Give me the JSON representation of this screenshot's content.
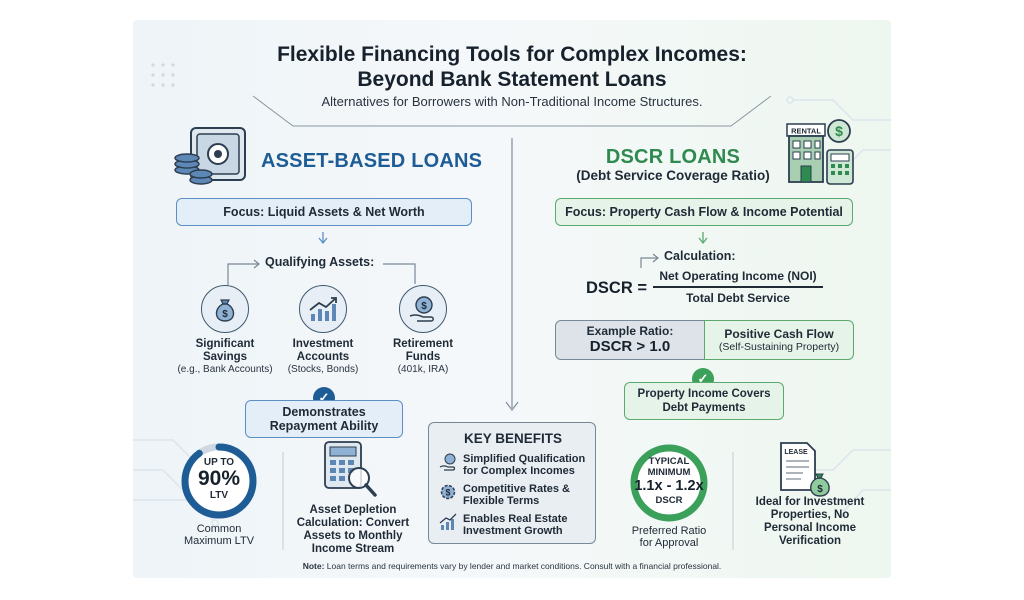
{
  "header": {
    "title_line1": "Flexible Financing Tools for Complex Incomes:",
    "title_line2": "Beyond Bank Statement Loans",
    "subtitle": "Alternatives for Borrowers with Non-Traditional Income Structures."
  },
  "asset": {
    "heading": "ASSET-BASED LOANS",
    "focus": "Focus: Liquid Assets & Net Worth",
    "qualifying": "Qualifying Assets:",
    "assets": [
      {
        "line1": "Significant",
        "line2": "Savings",
        "note": "(e.g., Bank Accounts)",
        "icon": "money-bag-icon"
      },
      {
        "line1": "Investment",
        "line2": "Accounts",
        "note": "(Stocks, Bonds)",
        "icon": "growth-chart-icon"
      },
      {
        "line1": "Retirement",
        "line2": "Funds",
        "note": "(401k, IRA)",
        "icon": "hand-coin-icon"
      }
    ],
    "demonstrates_line1": "Demonstrates",
    "demonstrates_line2": "Repayment Ability",
    "ltv_up_to": "UP TO",
    "ltv_value": "90%",
    "ltv_unit": "LTV",
    "ltv_fraction": 0.9,
    "ltv_caption_line1": "Common",
    "ltv_caption_line2": "Maximum LTV",
    "depletion_line1": "Asset Depletion",
    "depletion_line2": "Calculation: Convert",
    "depletion_line3": "Assets to Monthly",
    "depletion_line4": "Income Stream"
  },
  "dscr": {
    "heading": "DSCR LOANS",
    "subheading": "(Debt Service Coverage Ratio)",
    "rental_sign": "RENTAL",
    "focus": "Focus: Property Cash Flow & Income Potential",
    "calculation": "Calculation:",
    "formula_lhs": "DSCR =",
    "numerator": "Net Operating Income (NOI)",
    "denominator": "Total Debt Service",
    "example_label": "Example Ratio:",
    "example_value": "DSCR > 1.0",
    "positive_title": "Positive Cash Flow",
    "positive_note": "(Self-Sustaining Property)",
    "covers_line1": "Property Income Covers",
    "covers_line2": "Debt Payments",
    "typical_line1": "TYPICAL",
    "typical_line2": "MINIMUM",
    "typical_value": "1.1x - 1.2x",
    "typical_unit": "DSCR",
    "preferred_line1": "Preferred Ratio",
    "preferred_line2": "for Approval",
    "lease_label": "LEASE",
    "ideal_line1": "Ideal for Investment",
    "ideal_line2": "Properties, No",
    "ideal_line3": "Personal Income",
    "ideal_line4": "Verification"
  },
  "benefits": {
    "title": "KEY BENEFITS",
    "items": [
      {
        "line1": "Simplified Qualification",
        "line2": "for Complex Incomes",
        "icon": "hand-coin-icon"
      },
      {
        "line1": "Competitive Rates &",
        "line2": "Flexible Terms",
        "icon": "gear-dollar-icon"
      },
      {
        "line1": "Enables Real Estate",
        "line2": "Investment Growth",
        "icon": "growth-chart-icon"
      }
    ]
  },
  "footer": {
    "note_label": "Note:",
    "note_text": " Loan terms and requirements vary by lender and market conditions. Consult with a financial professional."
  },
  "colors": {
    "blue": "#1e5c96",
    "green": "#2e8a4e",
    "ring_blue": "#1e5c96",
    "ring_green": "#3aa05a"
  }
}
